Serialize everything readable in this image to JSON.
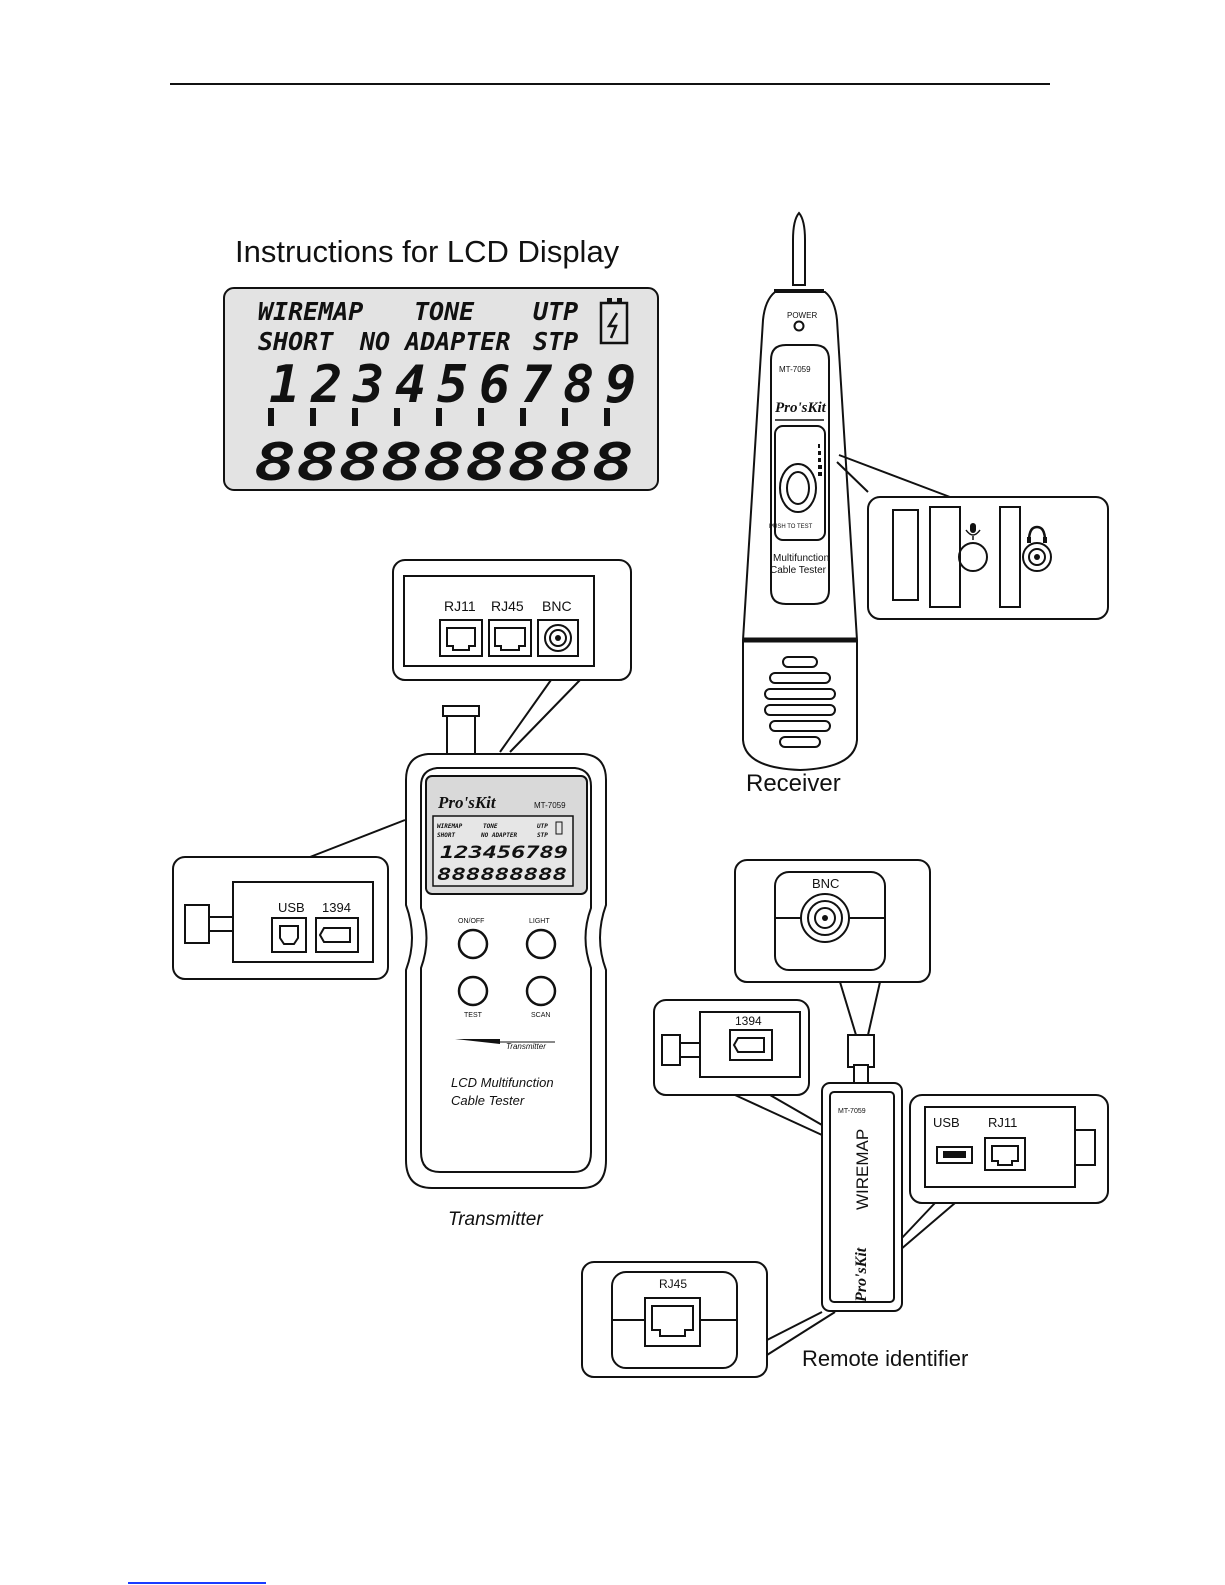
{
  "page": {
    "title": "Instructions for LCD Display"
  },
  "lcd": {
    "row1": [
      "WIREMAP",
      "TONE",
      "UTP"
    ],
    "row2": [
      "SHORT",
      "NO ADAPTER",
      "STP"
    ],
    "digits": [
      "1",
      "2",
      "3",
      "4",
      "5",
      "6",
      "7",
      "8",
      "9"
    ],
    "bottom_digits": "888888888"
  },
  "transmitter": {
    "caption": "Transmitter",
    "brand": "Pro'sKit",
    "model": "MT-7059",
    "buttons": [
      "ON/OFF",
      "LIGHT",
      "TEST",
      "SCAN"
    ],
    "sub_label": "Transmitter",
    "desc_line1": "LCD Multifunction",
    "desc_line2": "Cable Tester",
    "screen_row1": [
      "WIREMAP",
      "TONE",
      "UTP"
    ],
    "screen_row2": [
      "SHORT",
      "NO ADAPTER",
      "STP"
    ],
    "screen_digits": "123456789",
    "screen_bottom": "888888888",
    "top_ports": [
      "RJ11",
      "RJ45",
      "BNC"
    ],
    "side_ports": [
      "USB",
      "1394"
    ]
  },
  "receiver": {
    "caption": "Receiver",
    "power": "POWER",
    "model": "MT-7059",
    "brand": "Pro'sKit",
    "push": "PUSH TO TEST",
    "desc_line1": "Multifunction",
    "desc_line2": "Cable Tester"
  },
  "remote": {
    "caption": "Remote identifier",
    "model": "MT-7059",
    "brand": "Pro'sKit",
    "label": "WIREMAP",
    "bnc": "BNC",
    "port_1394": "1394",
    "usb": "USB",
    "rj11": "RJ11",
    "rj45": "RJ45"
  }
}
